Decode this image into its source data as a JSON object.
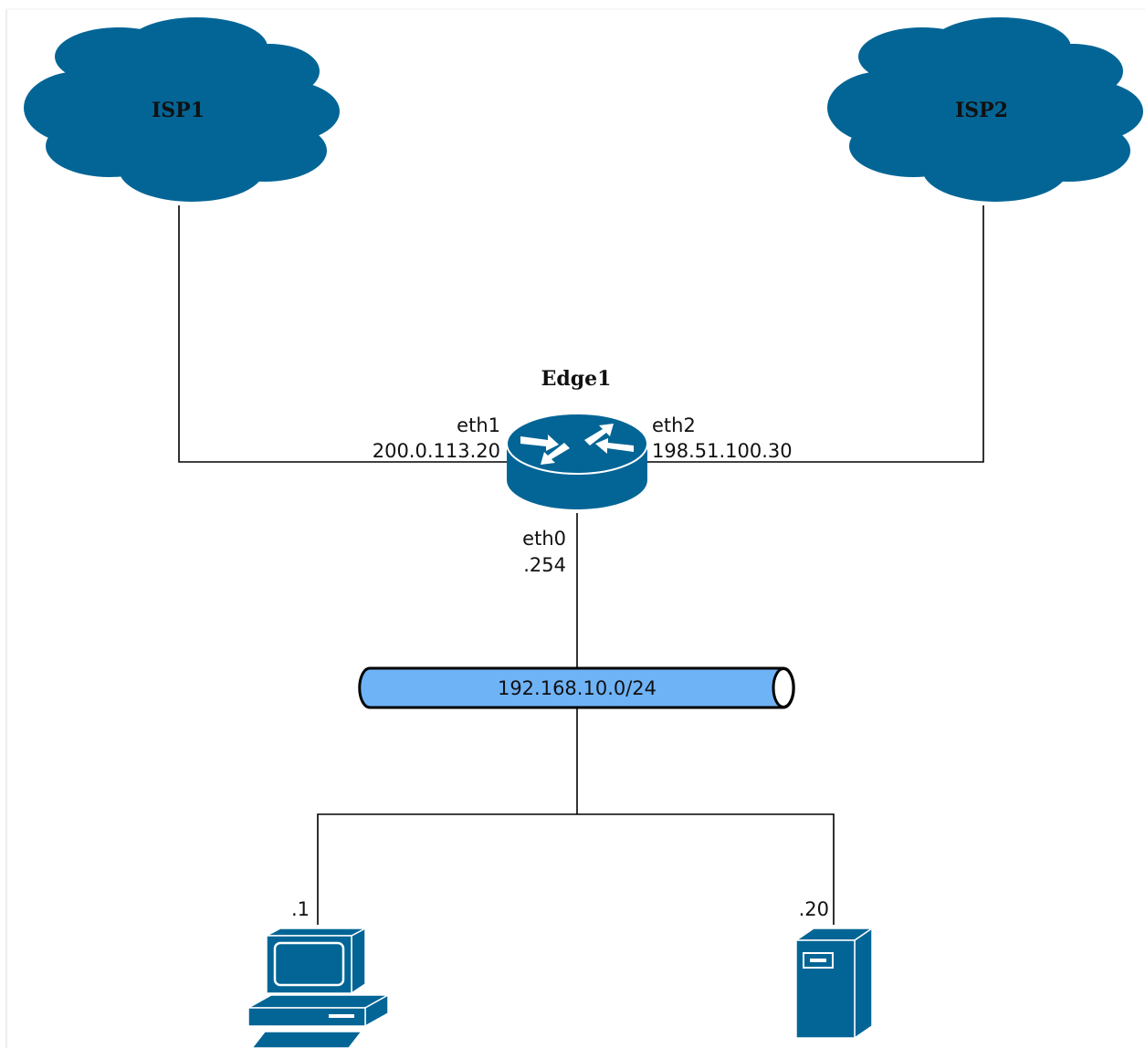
{
  "nodes": {
    "isp1": {
      "label": "ISP1"
    },
    "isp2": {
      "label": "ISP2"
    },
    "edge1": {
      "label": "Edge1",
      "eth1": {
        "name": "eth1",
        "ip": "200.0.113.20"
      },
      "eth2": {
        "name": "eth2",
        "ip": "198.51.100.30"
      },
      "eth0": {
        "name": "eth0",
        "ip": ".254"
      }
    },
    "lan": {
      "label": "192.168.10.0/24"
    },
    "pc": {
      "ip": ".1"
    },
    "server": {
      "ip": ".20"
    }
  },
  "colors": {
    "device_blue": "#036596",
    "segment_fill": "#6fb3f7",
    "link": "#000000"
  },
  "icons": [
    "cloud-icon",
    "router-icon",
    "workstation-icon",
    "server-icon"
  ]
}
